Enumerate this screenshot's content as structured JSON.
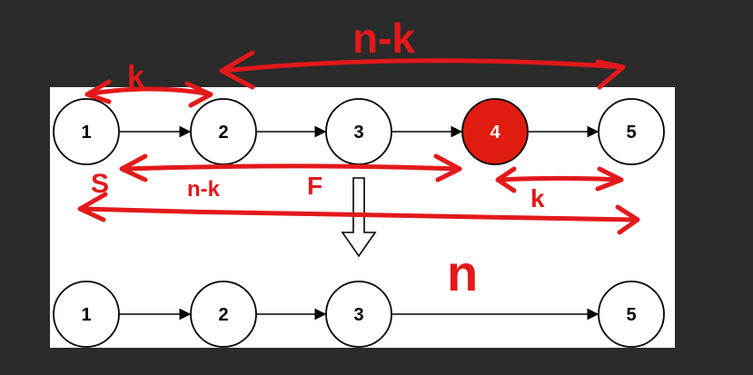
{
  "diagram": {
    "colors": {
      "background": "#2b2b2b",
      "panel": "#ffffff",
      "node_fill": "#ffffff",
      "node_highlight": "#e01b0f",
      "stroke": "#000000",
      "annotation": "#e3191b"
    },
    "top_list": {
      "nodes": [
        {
          "label": "1",
          "highlight": false
        },
        {
          "label": "2",
          "highlight": false
        },
        {
          "label": "3",
          "highlight": false
        },
        {
          "label": "4",
          "highlight": true
        },
        {
          "label": "5",
          "highlight": false
        }
      ]
    },
    "bottom_list": {
      "nodes": [
        {
          "label": "1"
        },
        {
          "label": "2"
        },
        {
          "label": "3"
        },
        {
          "label": "5"
        }
      ]
    },
    "annotations": {
      "n_minus_k": "n-k",
      "k_top": "k",
      "s": "S",
      "n_minus_k_small": "n-k",
      "f": "F",
      "k_small": "k",
      "n": "n"
    }
  }
}
